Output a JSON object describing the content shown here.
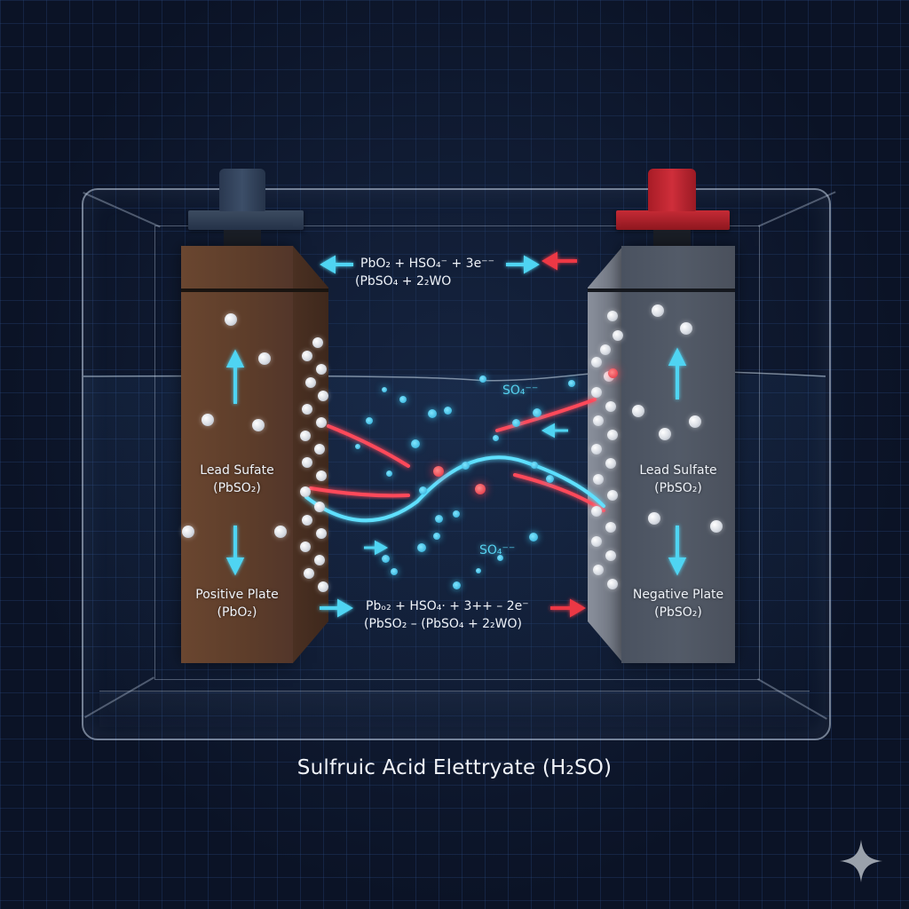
{
  "diagram": {
    "title": "Sulfruic Acid Elettryate (H₂SO)",
    "positive_plate": {
      "top_label_line1": "Lead Sufate",
      "top_label_line2": "(PbSO₂)",
      "bottom_label_line1": "Positive Plate",
      "bottom_label_line2": "(PbO₂)",
      "color": "#5d3d2a",
      "terminal_color": "#2c3a4e"
    },
    "negative_plate": {
      "top_label_line1": "Lead Sulfate",
      "top_label_line2": "(PbSO₂)",
      "bottom_label_line1": "Negative Plate",
      "bottom_label_line2": "(PbSO₂)",
      "color": "#535b68",
      "terminal_color": "#b3202b"
    },
    "equation_top": {
      "line1": "PbO₂ + HSO₄⁻ + 3e⁻⁻",
      "line2": "(PbSO₄ + 2₂WO"
    },
    "equation_bottom": {
      "line1": "Pbₒ₂ + HSO₄· + 3++ – 2e⁻",
      "line2": "(PbSO₂ – (PbSO₄ + 2₂WO)"
    },
    "ion_labels": {
      "upper": "SO₄⁻⁻",
      "lower": "SO₄⁻⁻"
    },
    "colors": {
      "background": "#0b1326",
      "grid": "#1f3456",
      "ion_cyan": "#4fd4f2",
      "arrow_cyan": "#4fd4f2",
      "arrow_red": "#ec3844",
      "glass": "#c8d7eb"
    },
    "icons": {
      "watermark": "sparkle-icon"
    }
  }
}
